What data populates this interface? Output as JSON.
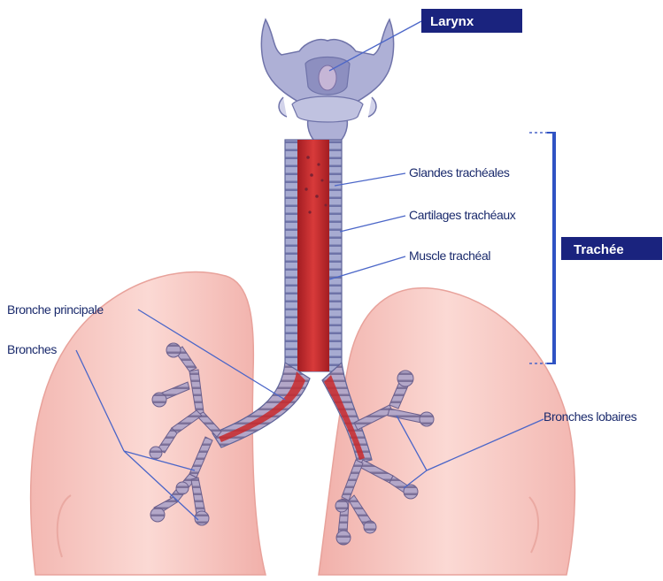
{
  "labels": {
    "larynx": "Larynx",
    "trachee": "Trachée",
    "glandes": "Glandes trachéales",
    "cartilages": "Cartilages trachéaux",
    "muscle": "Muscle trachéal",
    "bronche_principale": "Bronche principale",
    "bronches": "Bronches",
    "bronches_lobaires": "Bronches lobaires"
  },
  "colors": {
    "label_box": "#1a237e",
    "leader_line": "#4b66c8",
    "lung": "#f7c9c3",
    "cartilage": "#9a9ec6",
    "muscle": "#c8292c"
  }
}
